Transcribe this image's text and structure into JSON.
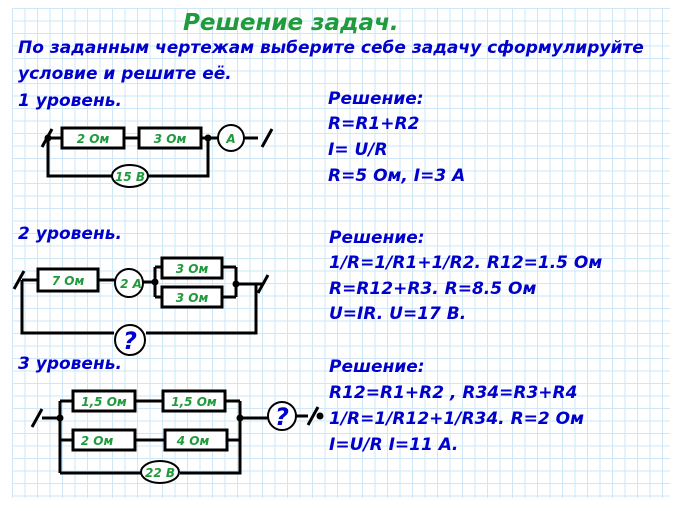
{
  "title": "Решение задач.",
  "task_line1": "По заданным чертежам выберите себе задачу сформулируйте",
  "task_line2": "условие и решите её.",
  "levels": [
    {
      "label": "1 уровень.",
      "circuit": {
        "r1": "2 Ом",
        "r2": "3 Ом",
        "ammeter": "А",
        "source": "15 В"
      },
      "solution": [
        "Решение:",
        "R=R1+R2",
        "I= U/R",
        "R=5 Ом, I=3 А"
      ]
    },
    {
      "label": "2 уровень.",
      "circuit": {
        "r1": "7 Ом",
        "ammeter": "2 А",
        "r2": "3 Ом",
        "r3": "3 Ом",
        "source": "?"
      },
      "solution": [
        "Решение:",
        "1/R=1/R1+1/R2. R12=1.5 Ом",
        "R=R12+R3. R=8.5 Ом",
        "U=IR.  U=17 В."
      ]
    },
    {
      "label": "3 уровень.",
      "circuit": {
        "r1": "1,5 Ом",
        "r2": "1,5 Ом",
        "r3": "2 Ом",
        "r4": "4 Ом",
        "ammeter": "?",
        "source": "22 В"
      },
      "solution": [
        "Решение:",
        "R12=R1+R2 , R34=R3+R4",
        "1/R=1/R12+1/R34. R=2 Ом",
        "I=U/R    I=11 А."
      ]
    }
  ],
  "colors": {
    "heading": "#1f9a3c",
    "text": "#0000cc",
    "wire": "#000000",
    "grid": "#cfe7f6",
    "question": "#0000cc"
  }
}
